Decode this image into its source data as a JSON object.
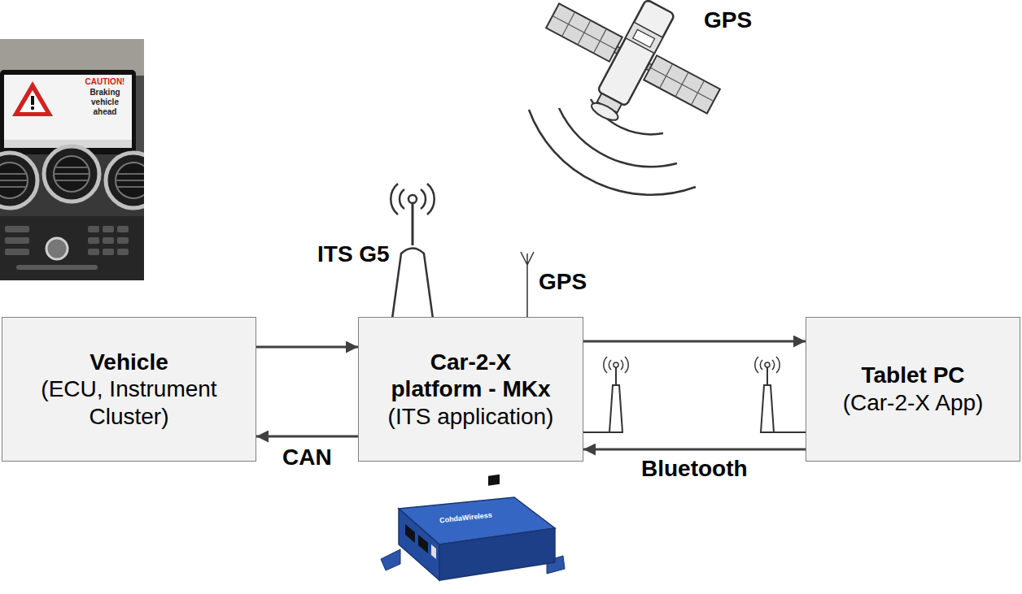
{
  "diagram": {
    "nodes": [
      {
        "text": [
          "Vehicle",
          "(ECU, Instrument Cluster)"
        ]
      },
      {
        "text": [
          "Car-2-X platform - MKx",
          "(ITS application)"
        ]
      },
      {
        "text": [
          "Tablet PC",
          "(Car-2-X App)"
        ]
      }
    ],
    "edges": [
      {
        "from": 0,
        "to": 1,
        "arrow": "to"
      },
      {
        "from": 1,
        "to": 0,
        "arrow": "to",
        "label": "CAN"
      },
      {
        "from": 1,
        "to": 2,
        "arrow": "to"
      },
      {
        "from": 2,
        "to": 1,
        "arrow": "to",
        "label": "Bluetooth"
      }
    ],
    "labels": [
      "CAUTION!",
      "Braking vehicle ahead",
      "GPS",
      "ITS G5",
      "GPS",
      "CohdaWireless"
    ]
  }
}
